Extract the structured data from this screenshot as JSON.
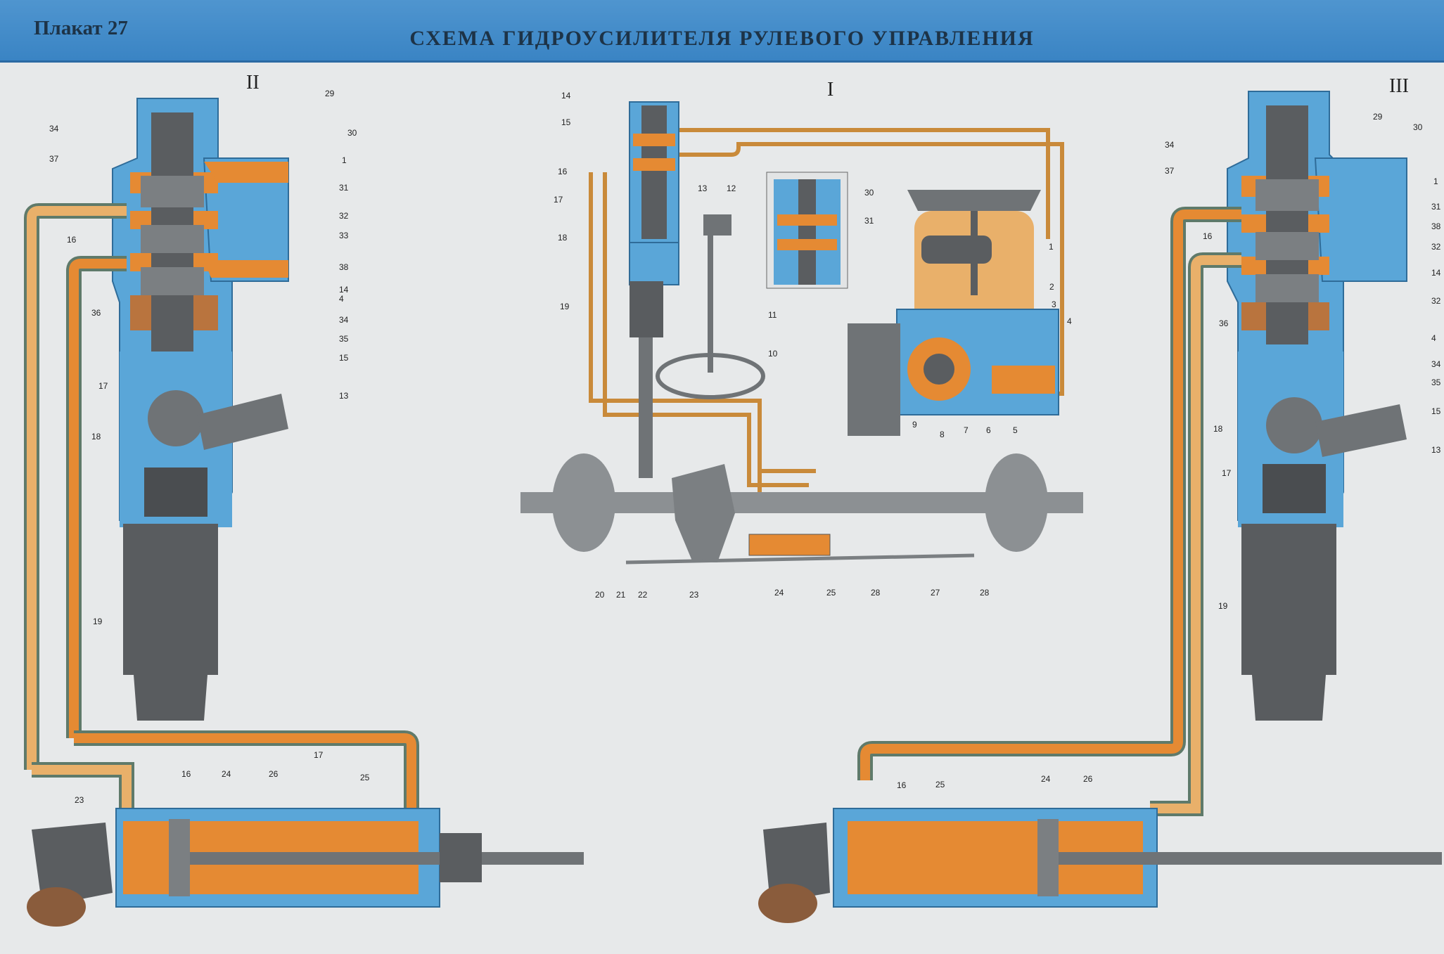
{
  "header": {
    "plakat": "Плакат 27",
    "title": "СХЕМА ГИДРОУСИЛИТЕЛЯ РУЛЕВОГО УПРАВЛЕНИЯ"
  },
  "sections": {
    "center": "I",
    "left": "II",
    "right": "III"
  },
  "colors": {
    "banner": "#3f8bc9",
    "housing_blue": "#5aa6d8",
    "oil": "#e58a33",
    "oil_light": "#eab26a",
    "metal": "#5a5d60",
    "metal_light": "#8c9093"
  },
  "callouts": {
    "left": [
      "29",
      "30",
      "34",
      "37",
      "1",
      "31",
      "16",
      "32",
      "33",
      "38",
      "14",
      "4",
      "36",
      "34",
      "35",
      "15",
      "17",
      "13",
      "18",
      "19",
      "16",
      "17",
      "25",
      "23",
      "24",
      "26"
    ],
    "center": [
      "14",
      "15",
      "16",
      "17",
      "13",
      "12",
      "18",
      "19",
      "11",
      "10",
      "30",
      "31",
      "1",
      "2",
      "3",
      "4",
      "9",
      "8",
      "7",
      "6",
      "5",
      "20",
      "21",
      "22",
      "23",
      "24",
      "25",
      "28",
      "27",
      "28"
    ],
    "right": [
      "29",
      "30",
      "34",
      "37",
      "1",
      "31",
      "16",
      "38",
      "32",
      "14",
      "32",
      "36",
      "4",
      "34",
      "35",
      "15",
      "18",
      "13",
      "17",
      "19",
      "16",
      "25",
      "24",
      "26"
    ]
  }
}
